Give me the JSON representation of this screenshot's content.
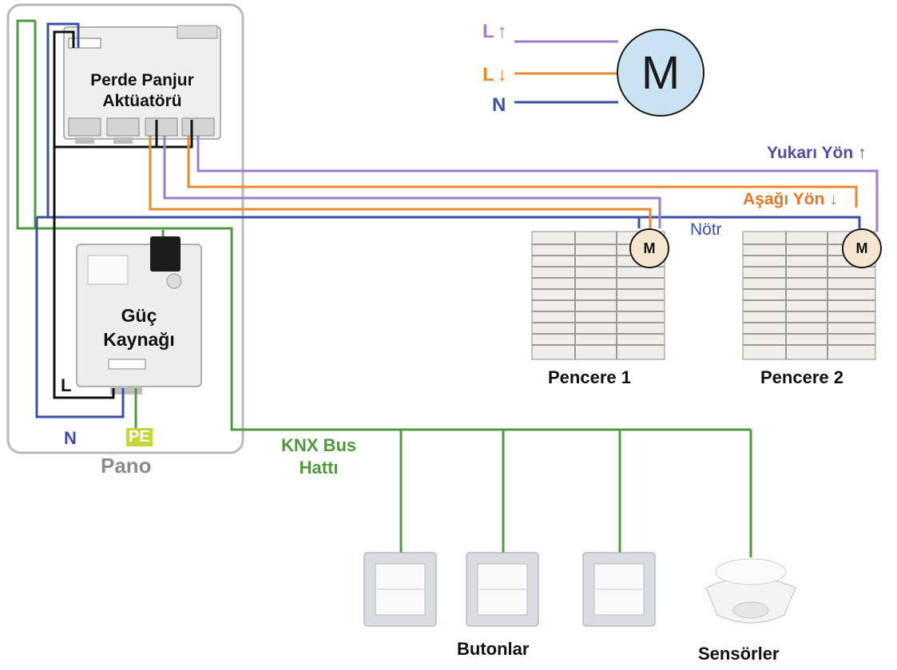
{
  "panel": {
    "title": "Pano"
  },
  "actuator": {
    "line1": "Perde Panjur",
    "line2": "Aktüatörü"
  },
  "power_supply": {
    "line1": "Güç",
    "line2": "Kaynağı"
  },
  "supply_labels": {
    "l": "L",
    "n": "N",
    "pe": "PE"
  },
  "legend": {
    "l_up": "L",
    "l_down": "L",
    "n": "N",
    "motor": "M",
    "up_arrow": "↑",
    "down_arrow": "↓"
  },
  "wire_labels": {
    "up": "Yukarı Yön",
    "up_arrow": "↑",
    "down": "Aşağı Yön",
    "down_arrow": "↓",
    "neutral": "Nötr"
  },
  "windows": [
    {
      "label": "Pencere 1",
      "motor": "M"
    },
    {
      "label": "Pencere 2",
      "motor": "M"
    }
  ],
  "bus": {
    "line1": "KNX Bus",
    "line2": "Hattı"
  },
  "devices": {
    "buttons_label": "Butonlar",
    "sensors_label": "Sensörler"
  },
  "colors": {
    "green": "#4f9a3f",
    "blue": "#3a4fa8",
    "purple": "#9b7fc9",
    "orange": "#e8892c",
    "black": "#111111",
    "panel_border": "#b9b9b9",
    "pe_bg": "#c6d63a",
    "motor_fill": "#c9e3f3"
  }
}
